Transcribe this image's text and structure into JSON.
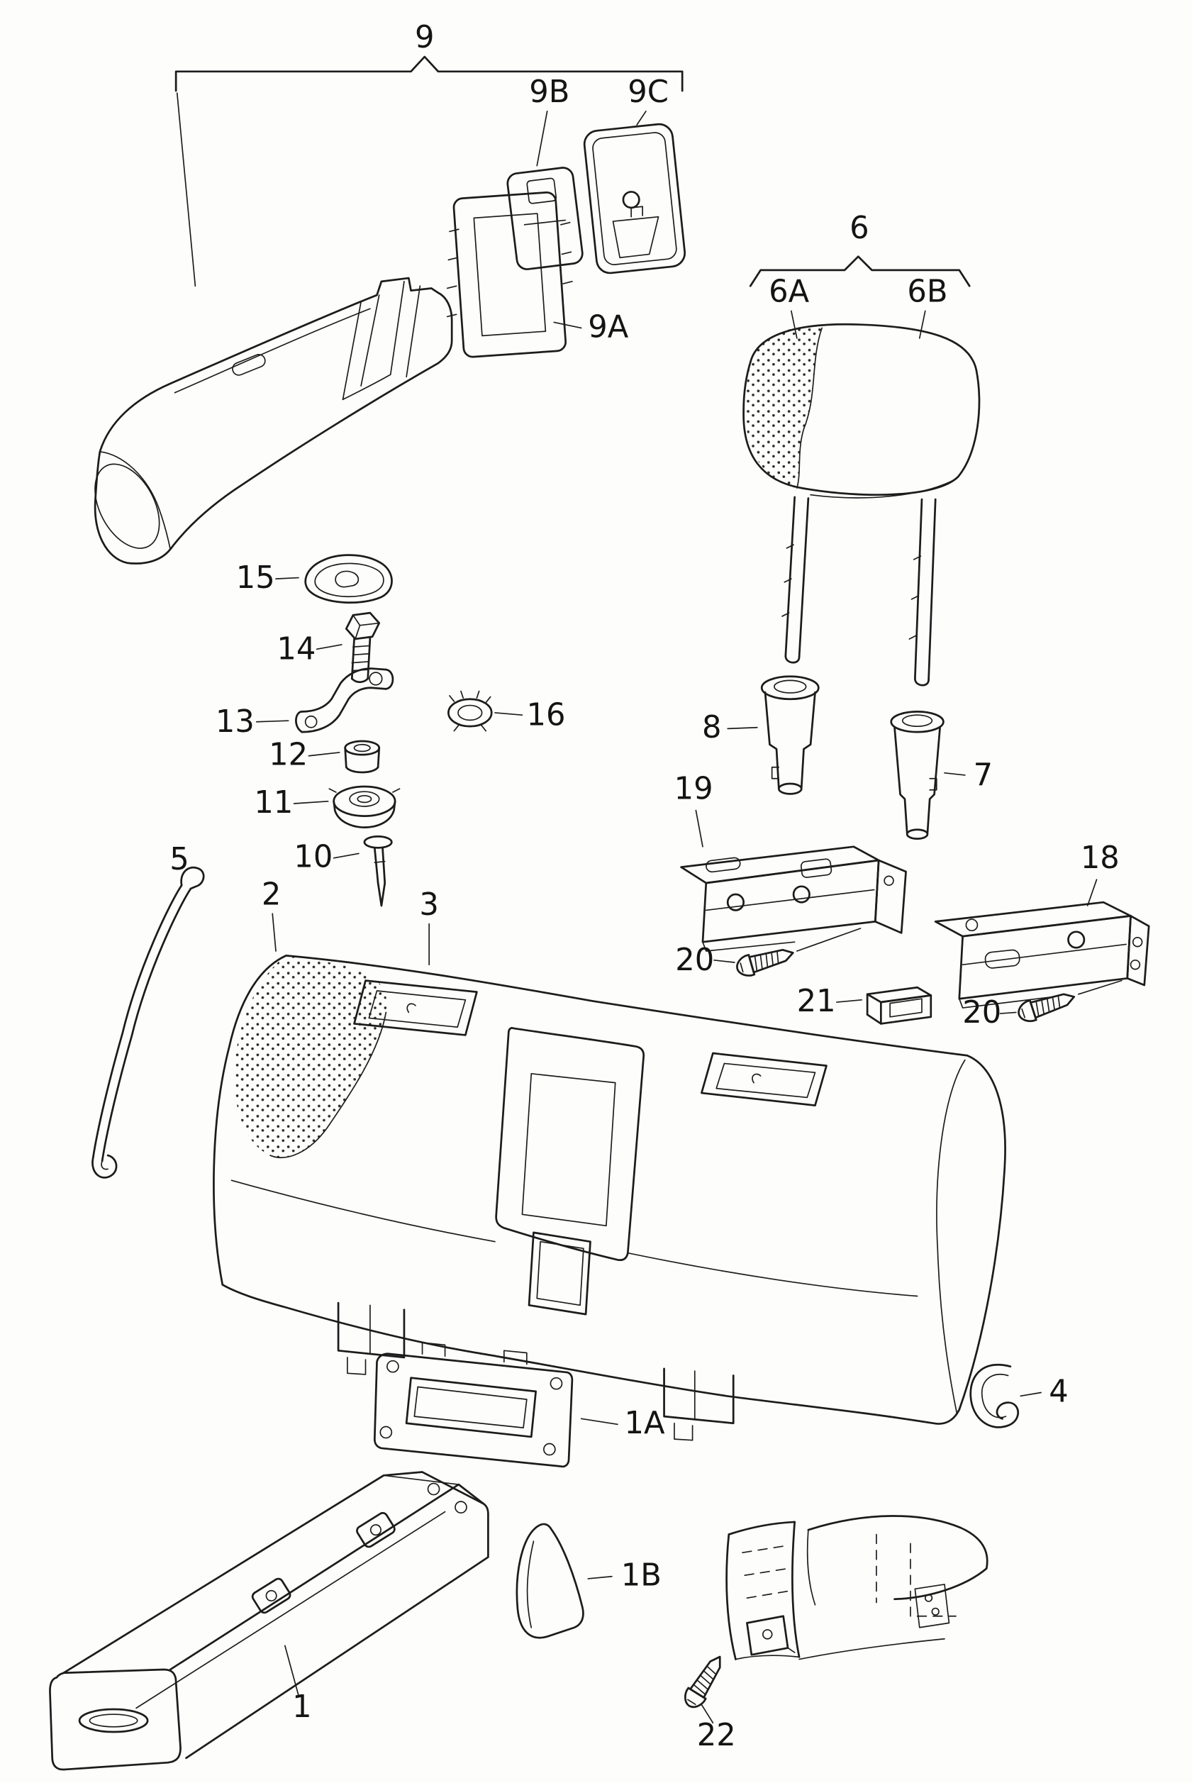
{
  "diagram": {
    "background": "#fdfdfc",
    "line_color": "#1c1c1c",
    "stipple_color": "#2a2a2a"
  },
  "callouts": {
    "c9": "9",
    "c9A": "9A",
    "c9B": "9B",
    "c9C": "9C",
    "c6": "6",
    "c6A": "6A",
    "c6B": "6B",
    "c15": "15",
    "c14": "14",
    "c13": "13",
    "c12": "12",
    "c11": "11",
    "c10": "10",
    "c16": "16",
    "c8": "8",
    "c7": "7",
    "c19": "19",
    "c18": "18",
    "c20_left": "20",
    "c20_right": "20",
    "c21": "21",
    "c5": "5",
    "c2": "2",
    "c3": "3",
    "c1A": "1A",
    "c1B": "1B",
    "c1": "1",
    "c4": "4",
    "c22": "22"
  }
}
